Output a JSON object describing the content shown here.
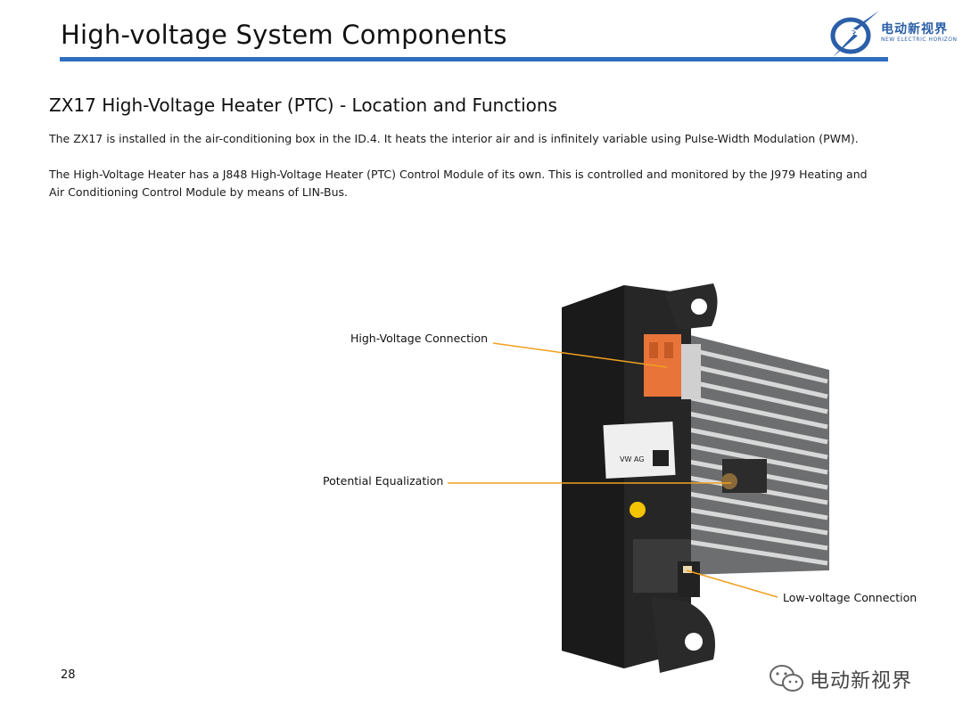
{
  "header": {
    "title": "High-voltage System Components",
    "logo_cn": "电动新视界",
    "logo_en": "NEW ELECTRIC HORIZON"
  },
  "section": {
    "title": "ZX17 High-Voltage Heater (PTC) - Location and Functions",
    "paragraph1": "The ZX17 is installed in the air-conditioning box in the ID.4.  It heats the interior air and is infinitely variable using Pulse-Width Modulation (PWM).",
    "paragraph2": "The High-Voltage Heater has a J848 High-Voltage Heater (PTC) Control Module of its own.  This is controlled and monitored by the J979 Heating and Air Conditioning Control Module by means of LIN-Bus."
  },
  "callouts": {
    "high_voltage": "High-Voltage Connection",
    "potential": "Potential Equalization",
    "low_voltage": "Low-voltage Connection"
  },
  "photo_labels": {
    "brand": "VW AG"
  },
  "footer": {
    "page_number": "28",
    "watermark": "电动新视界"
  },
  "colors": {
    "accent_rule": "#2f6ec0",
    "callout_line": "#f0a020",
    "connector": "#e8743a"
  }
}
